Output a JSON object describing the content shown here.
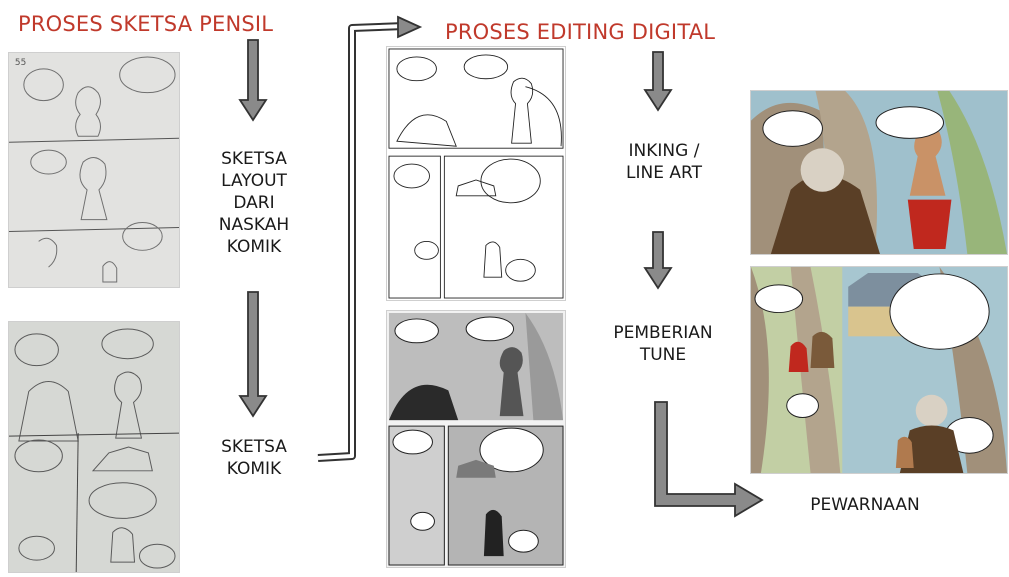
{
  "headings": {
    "pencil_process": "PROSES SKETSA PENSIL",
    "digital_process": "PROSES EDITING DIGITAL"
  },
  "stages": {
    "layout_sketch": "SKETSA\nLAYOUT\nDARI\nNASKAH\nKOMIK",
    "comic_sketch": "SKETSA\nKOMIK",
    "inking": "INKING /\nLINE ART",
    "tune": "PEMBERIAN\nTUNE",
    "coloring": "PEWARNAAN"
  },
  "colors": {
    "heading": "#c0392b",
    "arrow_fill": "#8a8a8a",
    "arrow_stroke": "#333333",
    "sky_color": "#9fc0cc",
    "tree_color": "#a1907a",
    "cloth_red": "#c0281e"
  },
  "images": {
    "pencil_layout": "pencil-layout-sketch",
    "pencil_comic": "pencil-comic-sketch",
    "inked_pages": "inked-line-art-pages",
    "toned_pages": "toned-pages",
    "colored_pages": "colored-pages"
  }
}
